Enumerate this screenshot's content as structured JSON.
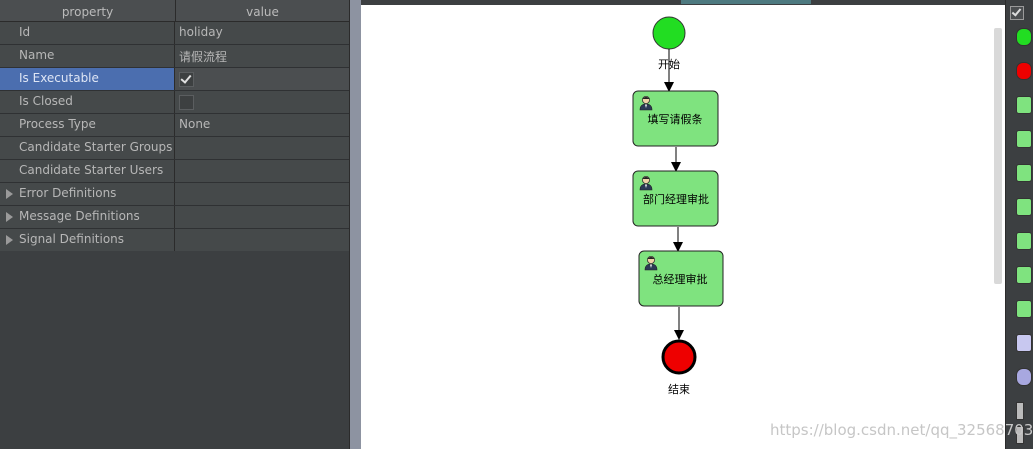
{
  "properties": {
    "header": {
      "property": "property",
      "value": "value"
    },
    "rows": [
      {
        "key": "Id",
        "value": "holiday"
      },
      {
        "key": "Name",
        "value": "请假流程"
      },
      {
        "key": "Is Executable",
        "checked": true
      },
      {
        "key": "Is Closed",
        "checked": false
      },
      {
        "key": "Process Type",
        "value": "None"
      },
      {
        "key": "Candidate Starter Groups",
        "value": ""
      },
      {
        "key": "Candidate Starter Users",
        "value": ""
      },
      {
        "key": "Error Definitions",
        "expandable": true
      },
      {
        "key": "Message Definitions",
        "expandable": true
      },
      {
        "key": "Signal Definitions",
        "expandable": true
      }
    ]
  },
  "diagram": {
    "start_label": "开始",
    "tasks": [
      "填写请假条",
      "部门经理审批",
      "总经理审批"
    ],
    "end_label": "结束"
  },
  "colors": {
    "task_fill": "#7fe37f",
    "start_fill": "#22dd22",
    "end_fill": "#ee0000",
    "selection": "#4b6eaf"
  },
  "watermark": "https://blog.csdn.net/qq_32568703"
}
